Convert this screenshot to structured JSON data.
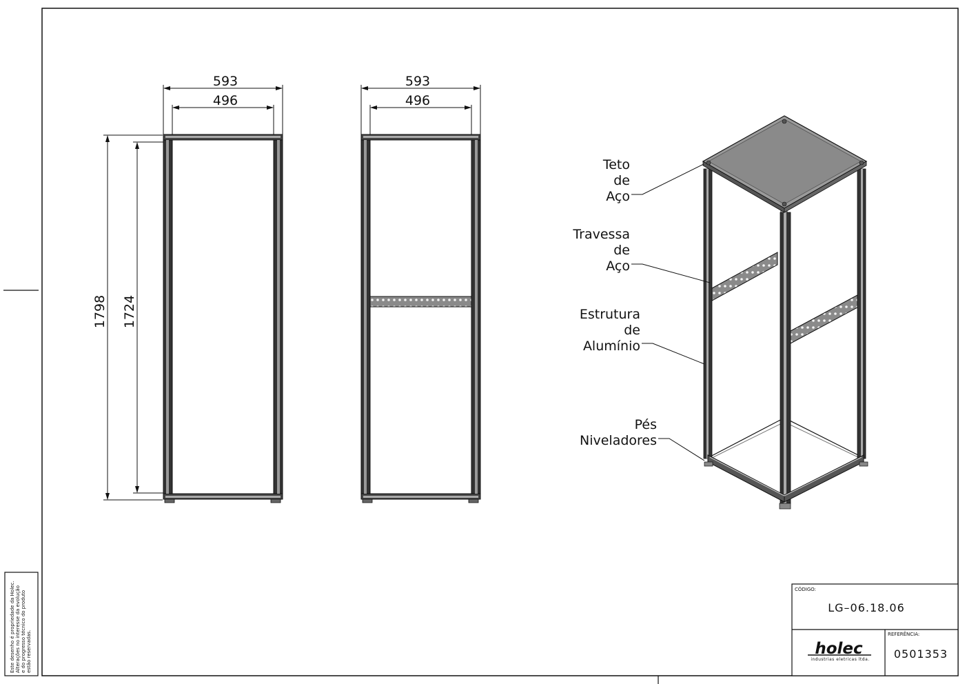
{
  "views": {
    "front": {
      "width_outer": "593",
      "width_inner": "496",
      "height_outer": "1798",
      "height_inner": "1724"
    },
    "side": {
      "width_outer": "593",
      "width_inner": "496"
    }
  },
  "callouts": {
    "roof": [
      "Teto",
      "de",
      "Aço"
    ],
    "crossbar": [
      "Travessa",
      "de",
      "Aço"
    ],
    "frame": [
      "Estrutura",
      "de",
      "Alumínio"
    ],
    "feet": [
      "Pés",
      "Niveladores"
    ]
  },
  "title_block": {
    "code_label": "CÓDIGO:",
    "code_value": "LG–06.18.06",
    "ref_label": "REFERÊNCIA:",
    "ref_value": "0501353",
    "brand": "holec",
    "brand_sub": "industrias eletricas ltda."
  },
  "margin_note": [
    "Este desenho é propriedade da Holec.",
    "Alterações no interesse da evolução",
    "e do progresso técnico do produto",
    "estão reservadas."
  ]
}
